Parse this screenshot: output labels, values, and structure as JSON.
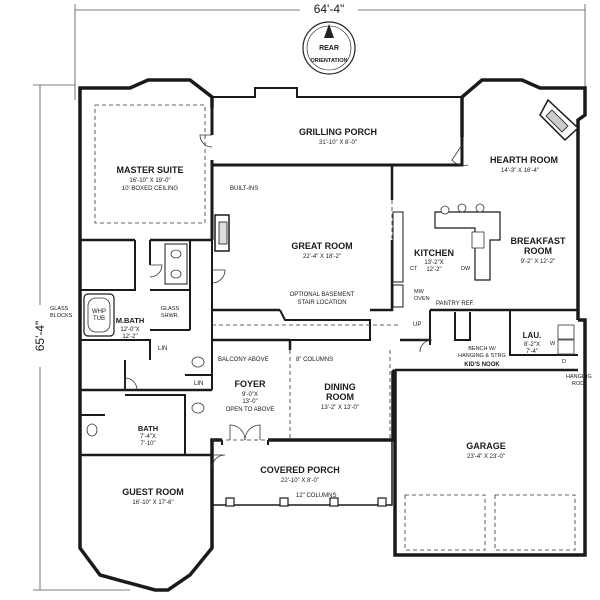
{
  "dimensions": {
    "width": "64'-4\"",
    "depth": "65'-4\""
  },
  "orientation": {
    "line1": "REAR",
    "line2": "ORIENTATION"
  },
  "rooms": {
    "master_suite": {
      "name": "MASTER SUITE",
      "size": "16'-10\" X 19'-0\"",
      "note": "10' BOXED CEILING"
    },
    "grilling_porch": {
      "name": "GRILLING PORCH",
      "size": "31'-10\" X 8'-0\""
    },
    "hearth_room": {
      "name": "HEARTH ROOM",
      "size": "14'-3\" X 16'-4\""
    },
    "great_room": {
      "name": "GREAT ROOM",
      "size": "22'-4\" X 18'-2\""
    },
    "kitchen": {
      "name": "KITCHEN",
      "size1": "13'-2\"X",
      "size2": "12'-2\""
    },
    "breakfast_room": {
      "line1": "BREAKFAST",
      "line2": "ROOM",
      "size": "9'-2\" X 12'-2\""
    },
    "m_bath": {
      "name": "M.BATH",
      "size1": "12'-0\"X",
      "size2": "12'-2\""
    },
    "laundry": {
      "name": "LAU.",
      "size1": "8'-2\"X",
      "size2": "7'-4\""
    },
    "foyer": {
      "name": "FOYER",
      "size1": "9'-0\"X",
      "size2": "13'-0\"",
      "note": "OPEN TO ABOVE"
    },
    "dining_room": {
      "line1": "DINING",
      "line2": "ROOM",
      "size": "13'-2\" X 13'-0\""
    },
    "bath": {
      "name": "BATH",
      "size1": "7'-4\"X",
      "size2": "7'-10\""
    },
    "garage": {
      "name": "GARAGE",
      "size": "23'-4\" X 23'-0\""
    },
    "covered_porch": {
      "name": "COVERED PORCH",
      "size": "22'-10\" X 8'-0\""
    },
    "guest_room": {
      "name": "GUEST ROOM",
      "size": "16'-10\" X 17'-6\""
    }
  },
  "labels": {
    "built_ins": "BUILT-INS",
    "optional_basement_1": "OPTIONAL BASEMENT",
    "optional_basement_2": "STAIR LOCATION",
    "glass_blocks_1": "GLASS",
    "glass_blocks_2": "BLOCKS",
    "whp_tub_1": "WHP",
    "whp_tub_2": "TUB",
    "glass_shwr_1": "GLASS",
    "glass_shwr_2": "SHWR.",
    "lin_1": "LIN",
    "lin_2": "LIN",
    "balcony_above": "BALCONY ABOVE",
    "columns_8": "8\" COLUMNS",
    "columns_12": "12\" COLUMNS",
    "mw_oven_1": "MW",
    "mw_oven_2": "OVEN",
    "pantry_ref": "PANTRY REF.",
    "up": "UP",
    "ct": "CT",
    "dw": "DW",
    "bench_1": "BENCH W/",
    "bench_2": "HANGING & STRG",
    "kids_nook": "KID'S NOOK",
    "hanging_rod_1": "HANGING",
    "hanging_rod_2": "ROD",
    "w": "W",
    "d": "D"
  }
}
